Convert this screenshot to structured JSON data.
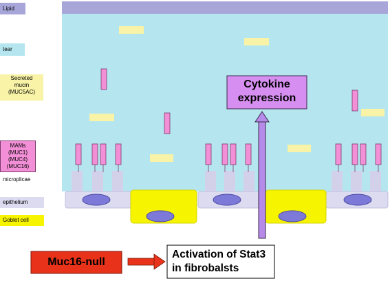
{
  "legend": {
    "lipid": "Lipid",
    "tear": "tear",
    "secreted_mucin": [
      "Secreted",
      "mucin",
      "(MUC5AC)"
    ],
    "mams": [
      "MAMs",
      "(MUC1)",
      "(MUC4)",
      "(MUC16)"
    ],
    "microplicae": "microplicae",
    "epithelium": "epithelium",
    "goblet_cell": "Goblet cell"
  },
  "cytokine_box": [
    "Cytokine",
    "expression"
  ],
  "muc16_null": "Muc16-null",
  "stat3_box": [
    "Activation of Stat3",
    "in fibrobalsts"
  ],
  "colors": {
    "lipid": "#a8a6d9",
    "tear": "#b5e6f0",
    "secreted_mucin": "#f8f3a6",
    "mam": "#f28fd6",
    "microplicae": "#d3d1ea",
    "epithelium": "#dcdbf0",
    "goblet": "#f7f400",
    "nucleus": "#7c79d8",
    "cytokine_box": "#d68ff0",
    "arrow_purple": "#b68ae8",
    "red": "#e8331a"
  }
}
